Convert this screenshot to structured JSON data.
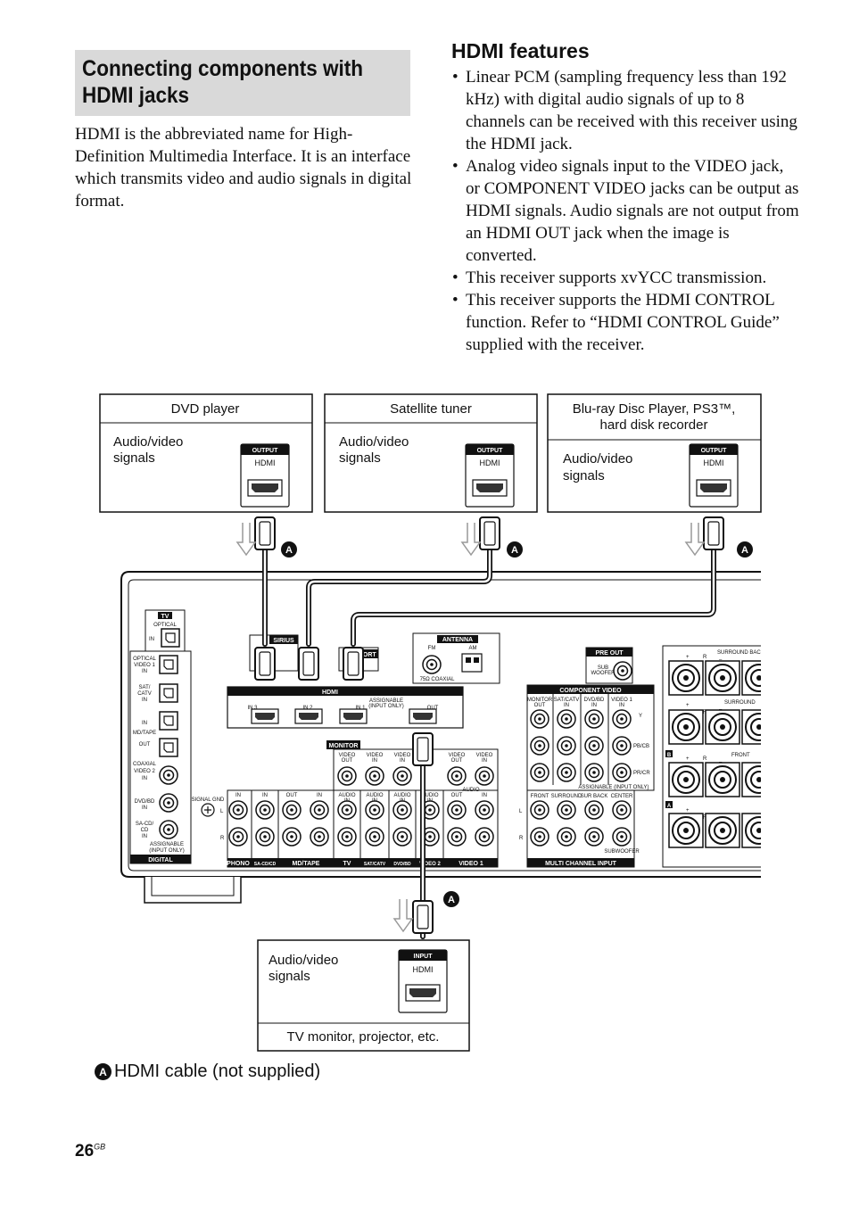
{
  "section": {
    "title": "Connecting components with HDMI jacks",
    "intro": "HDMI is the abbreviated name for High-Definition Multimedia Interface. It is an interface which transmits video and audio signals in digital format."
  },
  "features": {
    "title": "HDMI features",
    "items": [
      "Linear PCM (sampling frequency less than 192 kHz) with digital audio signals of up to 8 channels can be received with this receiver using the HDMI jack.",
      "Analog video signals input to the VIDEO jack, or COMPONENT VIDEO jacks can be output as HDMI signals. Audio signals are not output from an HDMI OUT jack when the image is converted.",
      "This receiver supports xvYCC transmission.",
      "This receiver supports the HDMI CONTROL function. Refer to “HDMI CONTROL Guide” supplied with the receiver."
    ]
  },
  "diagram": {
    "sources": [
      {
        "name": "DVD player",
        "signal_1": "Audio/video",
        "signal_2": "signals",
        "jack_header": "OUTPUT",
        "jack_label": "HDMI"
      },
      {
        "name": "Satellite tuner",
        "signal_1": "Audio/video",
        "signal_2": "signals",
        "jack_header": "OUTPUT",
        "jack_label": "HDMI"
      },
      {
        "name_1": "Blu-ray Disc Player, PS3™,",
        "name_2": "hard disk recorder",
        "signal_1": "Audio/video",
        "signal_2": "signals",
        "jack_header": "OUTPUT",
        "jack_label": "HDMI"
      }
    ],
    "cable_badge": "A",
    "receiver": {
      "digital_section": "DIGITAL",
      "tv_tag": "TV",
      "optical_lines": [
        "OPTICAL",
        "IN"
      ],
      "optical_video1": [
        "OPTICAL",
        "VIDEO 1",
        "IN"
      ],
      "sat_catv": [
        "SAT/",
        "CATV",
        "IN"
      ],
      "md_tape_in": [
        "IN",
        "MD/TAPE"
      ],
      "out_label": "OUT",
      "coaxial_video2": [
        "COAXIAL",
        "VIDEO 2",
        "IN"
      ],
      "dvd_bd_in": [
        "DVD/BD",
        "IN"
      ],
      "sacd_in": [
        "SA-CD/",
        "CD",
        "IN"
      ],
      "assignable_input_only": [
        "ASSIGNABLE",
        "(INPUT ONLY)"
      ],
      "sirius": "SIRIUS",
      "port_label": "PORT",
      "antenna": "ANTENNA",
      "fm": "FM",
      "am": "AM",
      "coaxial_75": "75Ω COAXIAL",
      "hdmi_block": "HDMI",
      "hdmi_in3": "IN 3",
      "hdmi_in2": "IN 2",
      "hdmi_in1": "IN 1",
      "hdmi_out": "OUT",
      "hdmi_assignable": [
        "ASSIGNABLE",
        "(INPUT ONLY)"
      ],
      "monitor": "MONITOR",
      "video_out": [
        "VIDEO",
        "OUT"
      ],
      "video_in": [
        "VIDEO",
        "IN"
      ],
      "audio_in": [
        "AUDIO",
        "IN"
      ],
      "audio_out": [
        "AUDIO",
        "OUT"
      ],
      "signal_gnd": "SIGNAL GND",
      "l": "L",
      "r": "R",
      "in": "IN",
      "phono": "PHONO",
      "sa_cd_cd": "SA-CD/CD",
      "md_tape": "MD/TAPE",
      "tv": "TV",
      "sat_catv_short": "SAT/CATV",
      "dvd_bd": "DVD/BD",
      "video2": "VIDEO 2",
      "video1": "VIDEO 1",
      "pre_out": "PRE OUT",
      "sub_woofer": [
        "SUB",
        "WOOFER"
      ],
      "component_video": "COMPONENT VIDEO",
      "comp_cols": [
        [
          "MONITOR",
          "OUT"
        ],
        [
          "SAT/CATV",
          "IN"
        ],
        [
          "DVD/BD",
          "IN"
        ],
        [
          "VIDEO 1",
          "IN"
        ]
      ],
      "y": "Y",
      "pb_cb": "PB/CB",
      "pr_cr": "PR/CR",
      "comp_assignable": "ASSIGNABLE (INPUT ONLY)",
      "multi_labels": [
        "FRONT",
        "SURROUND",
        "SUR BACK",
        "CENTER"
      ],
      "subwoofer": "SUBWOOFER",
      "multi_channel_input": "MULTI CHANNEL INPUT",
      "surround_back": "SURROUND BACK",
      "surround": "SURROUND",
      "front": "FRONT",
      "plus": "+",
      "minus": "–",
      "b": "B",
      "a": "A"
    },
    "destination": {
      "signal_1": "Audio/video",
      "signal_2": "signals",
      "jack_header": "INPUT",
      "jack_label": "HDMI",
      "name": "TV monitor, projector, etc."
    }
  },
  "legend": {
    "badge": "A",
    "text": "HDMI cable (not supplied)"
  },
  "page": {
    "number": "26",
    "suffix": "GB"
  }
}
